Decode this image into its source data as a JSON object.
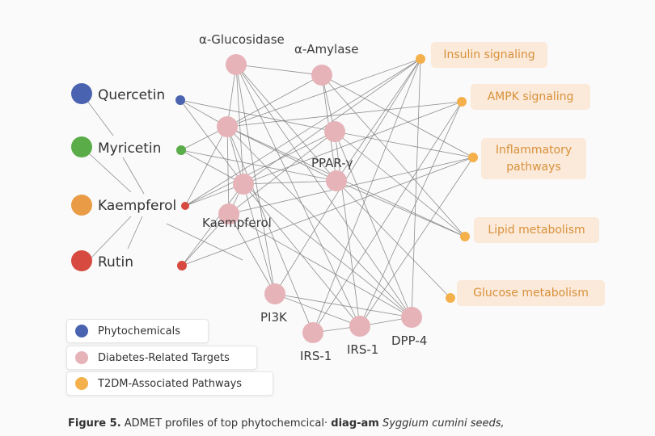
{
  "colors": {
    "phytochemical_blue": "#4a63b0",
    "phytochemical_green": "#5aac48",
    "phytochemical_orange": "#e99c45",
    "phytochemical_red": "#d64a3f",
    "target_pink": "#e6b3b8",
    "pathway_orange": "#f4b04b",
    "pathway_box_bg": "#fbe9da",
    "pathway_text": "#d8913a"
  },
  "phytochemicals": [
    {
      "id": "quercetin",
      "label": "Quercetin",
      "color": "#4a63b0"
    },
    {
      "id": "myricetin",
      "label": "Myricetin",
      "color": "#5aac48"
    },
    {
      "id": "kaempferol",
      "label": "Kaempferol",
      "color": "#e99c45"
    },
    {
      "id": "rutin",
      "label": "Rutin",
      "color": "#d64a3f"
    }
  ],
  "targets": [
    {
      "id": "glucosidase",
      "label": "α-Glucosidase"
    },
    {
      "id": "amylase",
      "label": "α-Amylase"
    },
    {
      "id": "t3",
      "label": ""
    },
    {
      "id": "t4",
      "label": ""
    },
    {
      "id": "ppar",
      "label": "PPAR-γ"
    },
    {
      "id": "t6",
      "label": ""
    },
    {
      "id": "kaempferol_t",
      "label": "Kaempferol"
    },
    {
      "id": "pi3k",
      "label": "PI3K"
    },
    {
      "id": "irs1a",
      "label": "IRS-1"
    },
    {
      "id": "irs1b",
      "label": "IRS-1"
    },
    {
      "id": "dpp4",
      "label": "DPP-4"
    }
  ],
  "pathways": [
    {
      "id": "insulin",
      "label": "Insulin signaling"
    },
    {
      "id": "ampk",
      "label": "AMPK signaling"
    },
    {
      "id": "inflam",
      "label": "Inflammatory pathways"
    },
    {
      "id": "lipid",
      "label": "Lipid metabolism"
    },
    {
      "id": "glucose",
      "label": "Glucose metabolism"
    }
  ],
  "legend": [
    {
      "label": "Phytochemicals",
      "color": "#4a63b0"
    },
    {
      "label": "Diabetes-Related Targets",
      "color": "#e6b3b8"
    },
    {
      "label": "T2DM-Associated Pathways",
      "color": "#f4b04b"
    }
  ],
  "caption": {
    "prefix": "Figure 5.",
    "text": " ADMET profiles of top phytochemcical· ",
    "bold": "diag-am",
    "italic": " Syggium cumini seeds,"
  },
  "edges": [
    [
      "q_small",
      "t3"
    ],
    [
      "q_small",
      "t4"
    ],
    [
      "q_small",
      "ppar"
    ],
    [
      "m_small",
      "t3"
    ],
    [
      "m_small",
      "t4"
    ],
    [
      "m_small",
      "t6"
    ],
    [
      "k_small",
      "t3"
    ],
    [
      "k_small",
      "t4"
    ],
    [
      "k_small",
      "ppar"
    ],
    [
      "k_small",
      "insulin"
    ],
    [
      "r_small",
      "kaempferol_t"
    ],
    [
      "r_small",
      "t4"
    ],
    [
      "r_small",
      "inflam"
    ],
    [
      "glucosidase",
      "amylase"
    ],
    [
      "glucosidase",
      "t3"
    ],
    [
      "glucosidase",
      "t6"
    ],
    [
      "glucosidase",
      "t4"
    ],
    [
      "glucosidase",
      "irs1b"
    ],
    [
      "glucosidase",
      "dpp4"
    ],
    [
      "glucosidase",
      "pi3k"
    ],
    [
      "amylase",
      "t3"
    ],
    [
      "amylase",
      "t6"
    ],
    [
      "amylase",
      "ppar"
    ],
    [
      "amylase",
      "inflam"
    ],
    [
      "amylase",
      "lipid"
    ],
    [
      "t3",
      "t6"
    ],
    [
      "t3",
      "kaempferol_t"
    ],
    [
      "t3",
      "t4"
    ],
    [
      "t3",
      "insulin"
    ],
    [
      "t3",
      "ampk"
    ],
    [
      "t3",
      "dpp4"
    ],
    [
      "t3",
      "lipid"
    ],
    [
      "t3",
      "irs1a"
    ],
    [
      "t4",
      "kaempferol_t"
    ],
    [
      "t4",
      "t6"
    ],
    [
      "t4",
      "ampk"
    ],
    [
      "t4",
      "insulin"
    ],
    [
      "t4",
      "pi3k"
    ],
    [
      "t4",
      "irs1b"
    ],
    [
      "t4",
      "dpp4"
    ],
    [
      "t6",
      "insulin"
    ],
    [
      "t6",
      "lipid"
    ],
    [
      "t6",
      "glucose"
    ],
    [
      "ppar",
      "inflam"
    ],
    [
      "ppar",
      "lipid"
    ],
    [
      "ppar",
      "dpp4"
    ],
    [
      "ppar",
      "irs1b"
    ],
    [
      "ppar",
      "kaempferol_t"
    ],
    [
      "kaempferol_t",
      "inflam"
    ],
    [
      "kaempferol_t",
      "pi3k"
    ],
    [
      "kaempferol_t",
      "dpp4"
    ],
    [
      "pi3k",
      "irs1b"
    ],
    [
      "pi3k",
      "dpp4"
    ],
    [
      "pi3k",
      "insulin"
    ],
    [
      "irs1a",
      "irs1b"
    ],
    [
      "irs1a",
      "ampk"
    ],
    [
      "irs1a",
      "insulin"
    ],
    [
      "irs1b",
      "dpp4"
    ],
    [
      "irs1b",
      "ampk"
    ],
    [
      "irs1b",
      "inflam"
    ],
    [
      "dpp4",
      "insulin"
    ],
    [
      "quercetin",
      "kaempferol_hub"
    ],
    [
      "myricetin",
      "kaempferol_hub"
    ],
    [
      "kaempferol_hub",
      "rutin"
    ],
    [
      "kaempferol_hub",
      "myricetin_line"
    ]
  ]
}
